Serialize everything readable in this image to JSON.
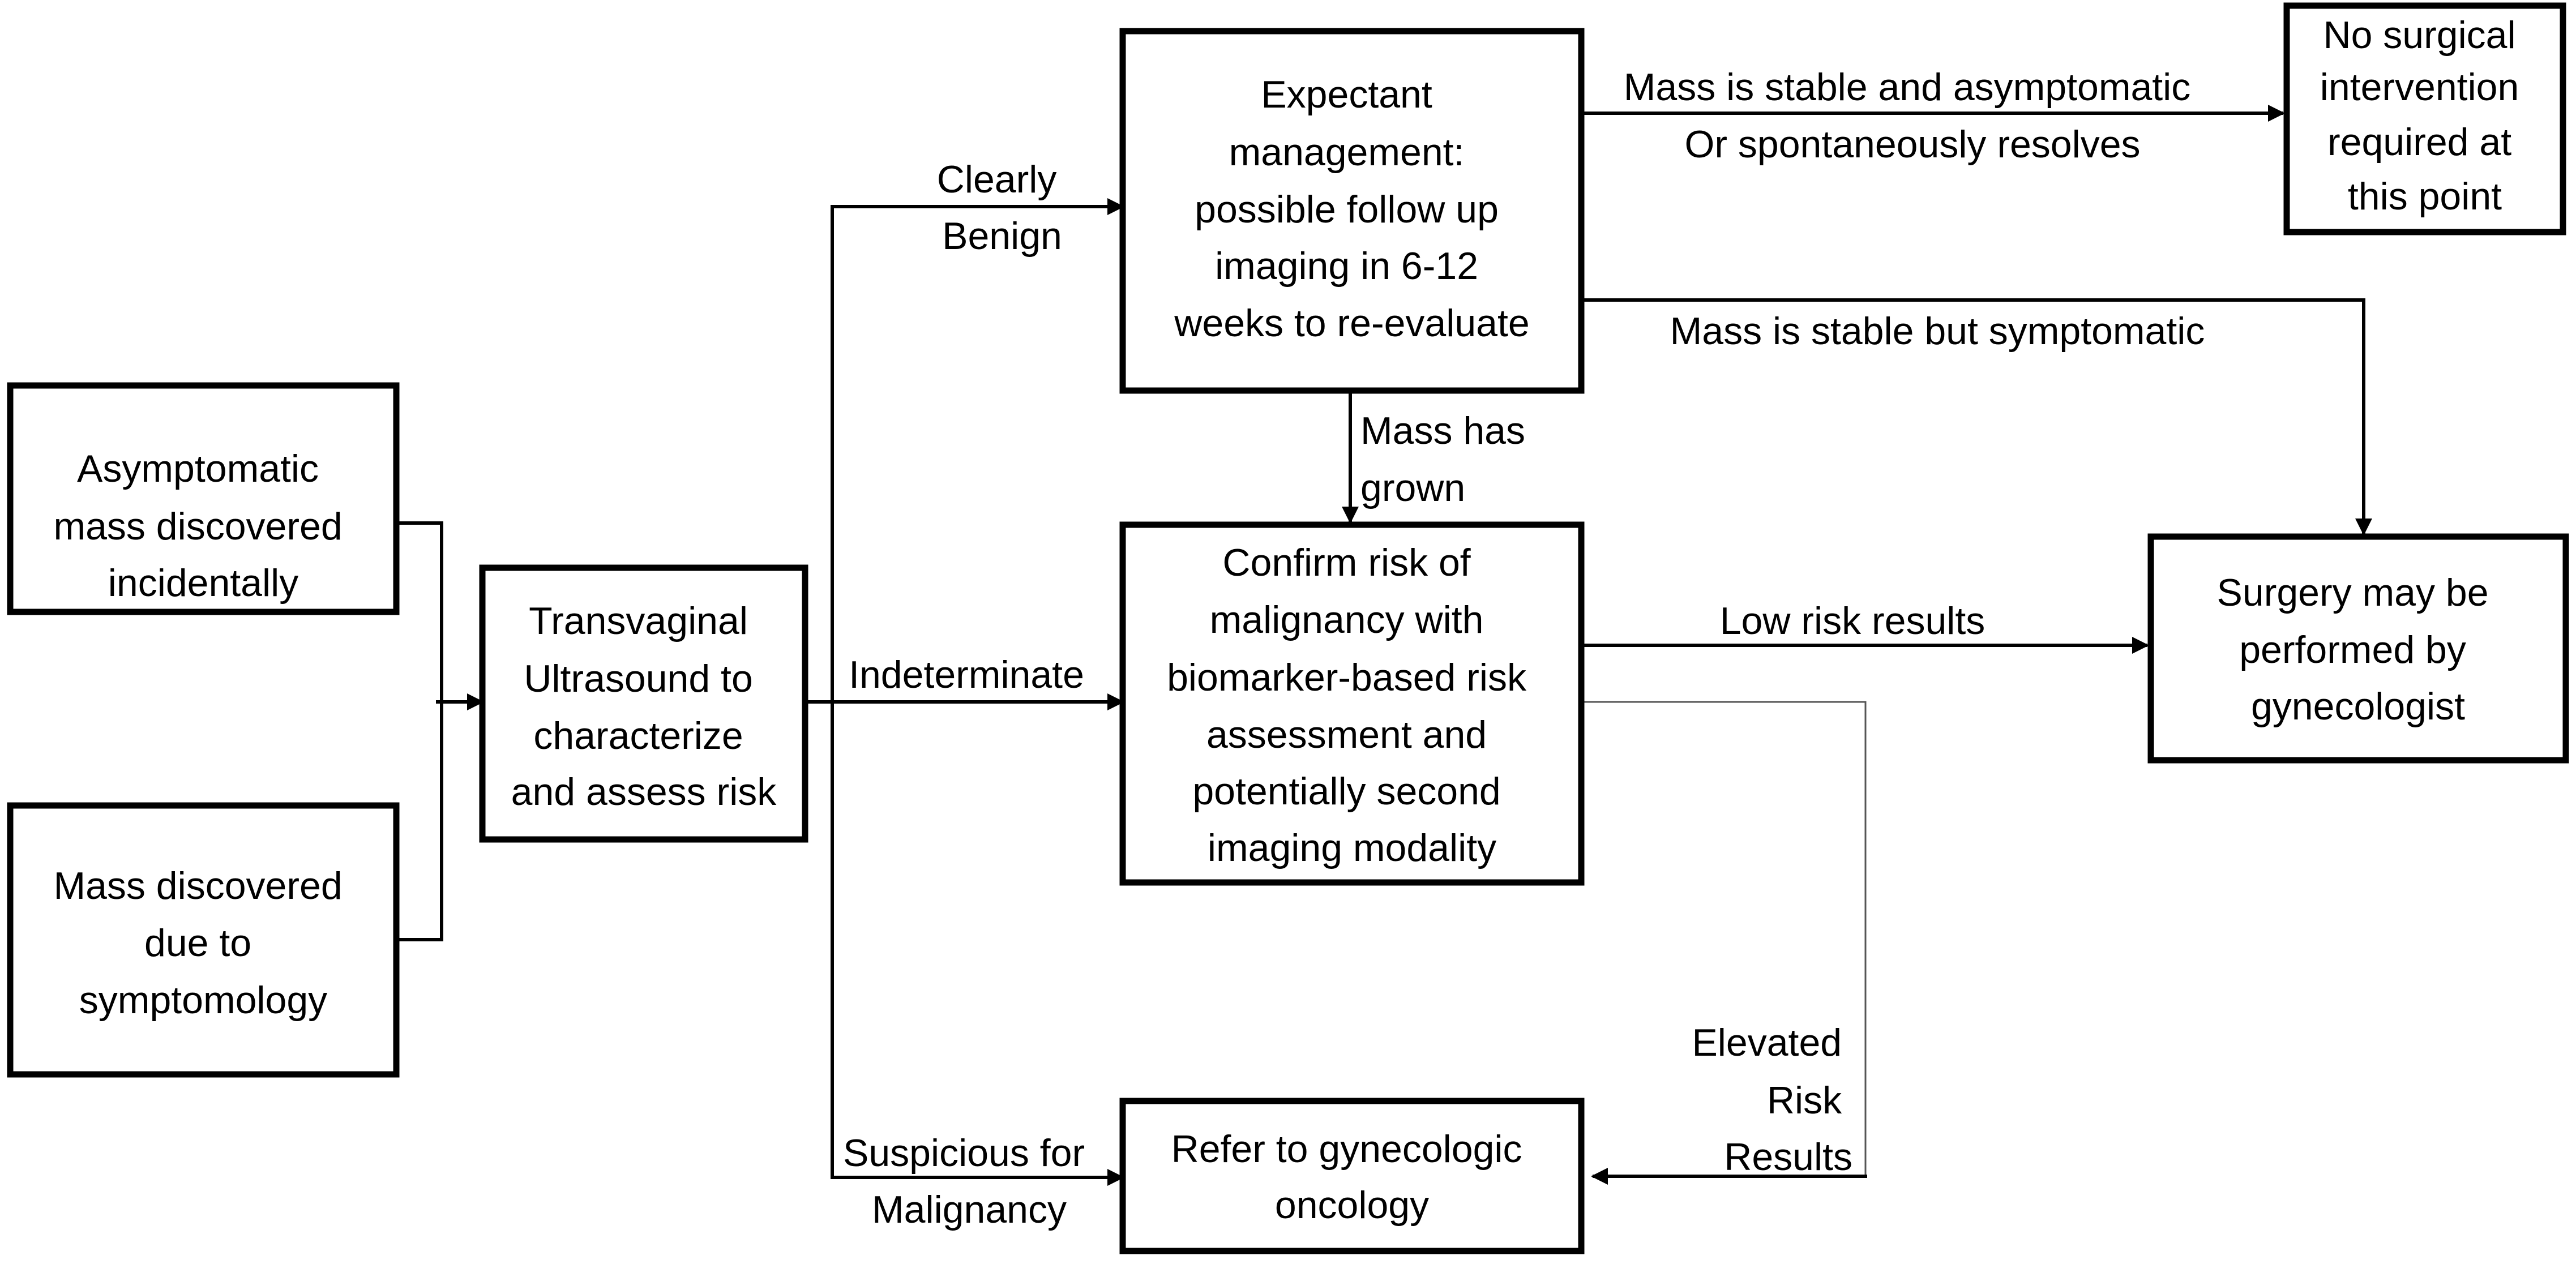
{
  "nodes": {
    "asymptomatic": [
      "Asymptomatic",
      "mass discovered",
      "incidentally"
    ],
    "symptomatic": [
      "Mass discovered",
      "due to",
      "symptomology"
    ],
    "tvus": [
      "Transvaginal",
      "Ultrasound to",
      "characterize",
      "and assess risk"
    ],
    "expectant": [
      "Expectant",
      "management:",
      "possible follow up",
      "imaging in 6-12",
      "weeks to re-evaluate"
    ],
    "confirm": [
      "Confirm risk of",
      "malignancy with",
      "biomarker-based risk",
      "assessment and",
      "potentially second",
      "imaging modality"
    ],
    "refer": [
      "Refer to gynecologic",
      "oncology"
    ],
    "no_surgery": [
      "No surgical",
      "intervention",
      "required at",
      "this point"
    ],
    "surgery": [
      "Surgery may be",
      "performed by",
      "gynecologist"
    ]
  },
  "edges": {
    "clearly_benign": [
      "Clearly",
      "Benign"
    ],
    "indeterminate": [
      "Indeterminate"
    ],
    "suspicious": [
      "Suspicious for",
      "Malignancy"
    ],
    "stable_asymptomatic": [
      "Mass is stable and asymptomatic",
      "Or spontaneously resolves"
    ],
    "stable_symptomatic": [
      "Mass is stable but symptomatic"
    ],
    "mass_grown": [
      "Mass has",
      "grown"
    ],
    "low_risk": [
      "Low risk results"
    ],
    "elevated_risk": [
      "Elevated",
      "Risk",
      "Results"
    ]
  }
}
